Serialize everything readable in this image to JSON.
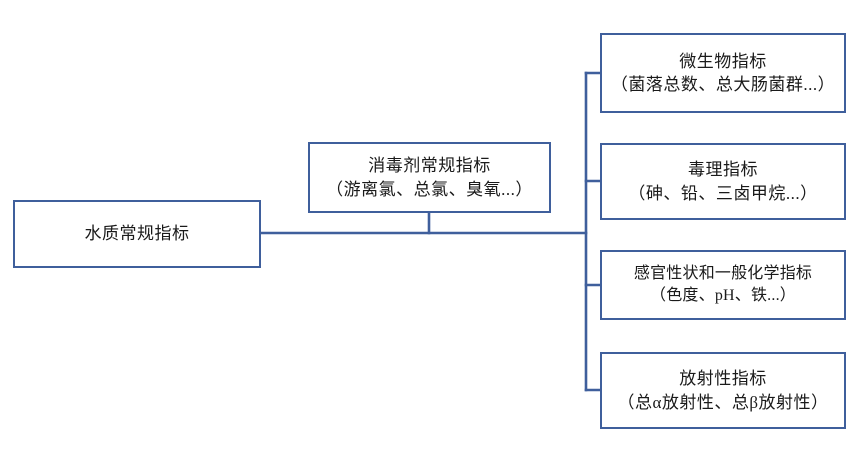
{
  "diagram": {
    "type": "tree",
    "orientation": "left-to-right",
    "line_color": "#3f5f9c",
    "box_border_color": "#3f5f9c",
    "box_fill_color": "#ffffff",
    "text_color": "#1a1a1a",
    "root": {
      "id": "root",
      "title": "水质常规指标"
    },
    "branches": [
      {
        "id": "disinfectant",
        "title": "消毒剂常规指标",
        "examples": "（游离氯、总氯、臭氧...）"
      },
      {
        "id": "micro",
        "title": "微生物指标",
        "examples": "（菌落总数、总大肠菌群...）"
      },
      {
        "id": "tox",
        "title": "毒理指标",
        "examples": "（砷、铅、三卤甲烷...）"
      },
      {
        "id": "sensory",
        "title": "感官性状和一般化学指标",
        "examples": "（色度、pH、铁...）"
      },
      {
        "id": "radio",
        "title": "放射性指标",
        "examples": "（总α放射性、总β放射性）"
      }
    ]
  }
}
